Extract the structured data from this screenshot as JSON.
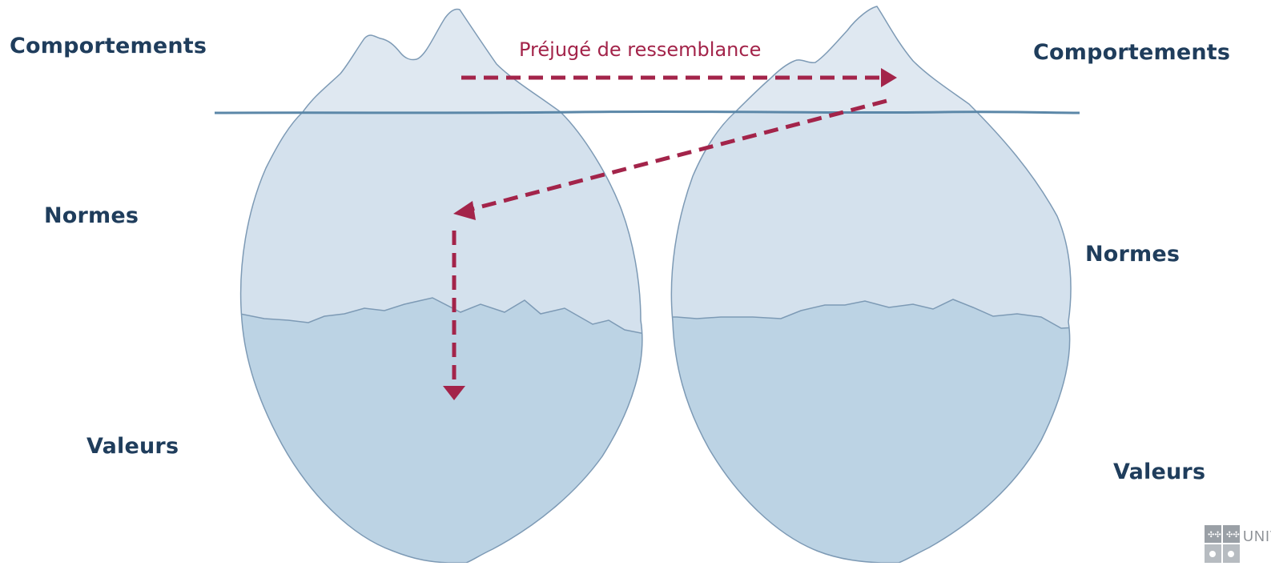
{
  "labels": {
    "left": {
      "behaviours": "Comportements",
      "norms": "Normes",
      "values": "Valeurs"
    },
    "right": {
      "behaviours": "Comportements",
      "norms": "Normes",
      "values": "Valeurs"
    }
  },
  "arrow_label": "Préjugé de ressemblance",
  "logo_text": "UNIVE",
  "colors": {
    "label_text": "#1f3d5c",
    "arrow": "#a3244a",
    "water_line": "#5b87a8",
    "ice_tip": "#dfe8f1",
    "ice_middle": "#d4e1ed",
    "ice_bottom": "#bcd3e4",
    "ice_outline": "#7d9ab5"
  }
}
